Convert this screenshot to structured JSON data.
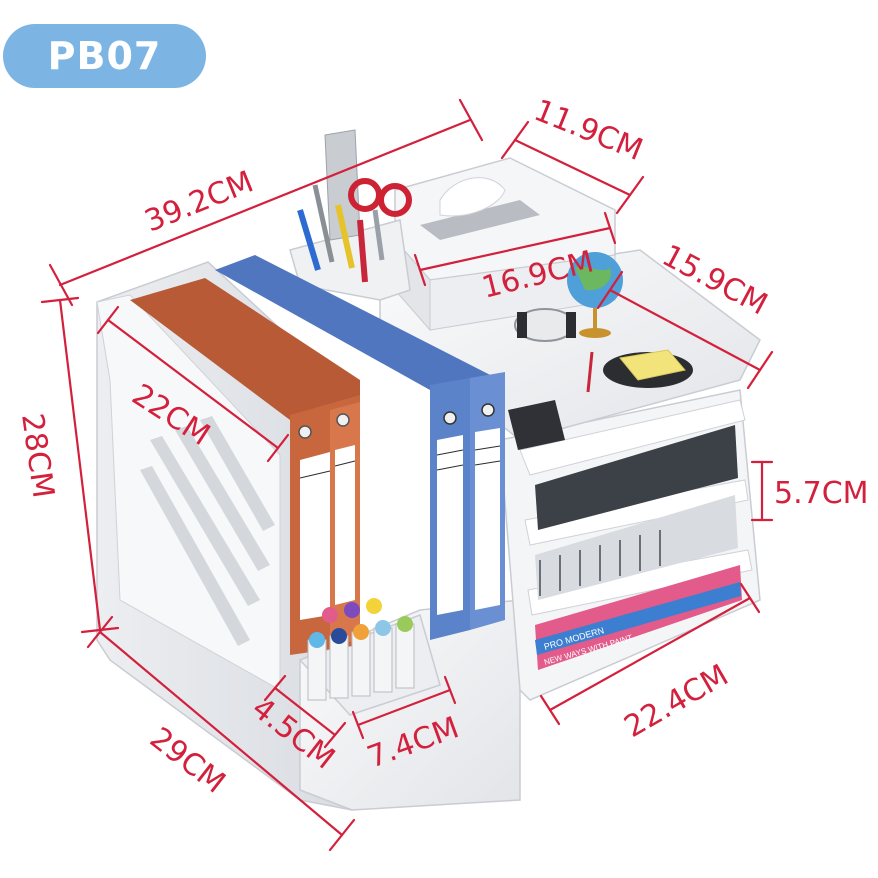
{
  "badge": {
    "label": "PB07"
  },
  "dimensions": {
    "width_total": "39.2CM",
    "tissue_depth": "11.9CM",
    "tissue_width": "16.9CM",
    "shelf_depth": "15.9CM",
    "height": "28CM",
    "file_depth": "22CM",
    "shelf_gap": "5.7CM",
    "depth_total": "29CM",
    "pen_depth": "4.5CM",
    "pen_width": "7.4CM",
    "shelf_width": "22.4CM"
  },
  "colors": {
    "annotation": "#d3203c",
    "badge": "#7cb4e3",
    "organizer": "#f3f4f6",
    "binder_orange": "#c8663e",
    "binder_blue": "#5b83c9"
  },
  "book_covers": {
    "line1": "PRO MODERN",
    "line2": "NEW WAYS WITH PAINT"
  }
}
